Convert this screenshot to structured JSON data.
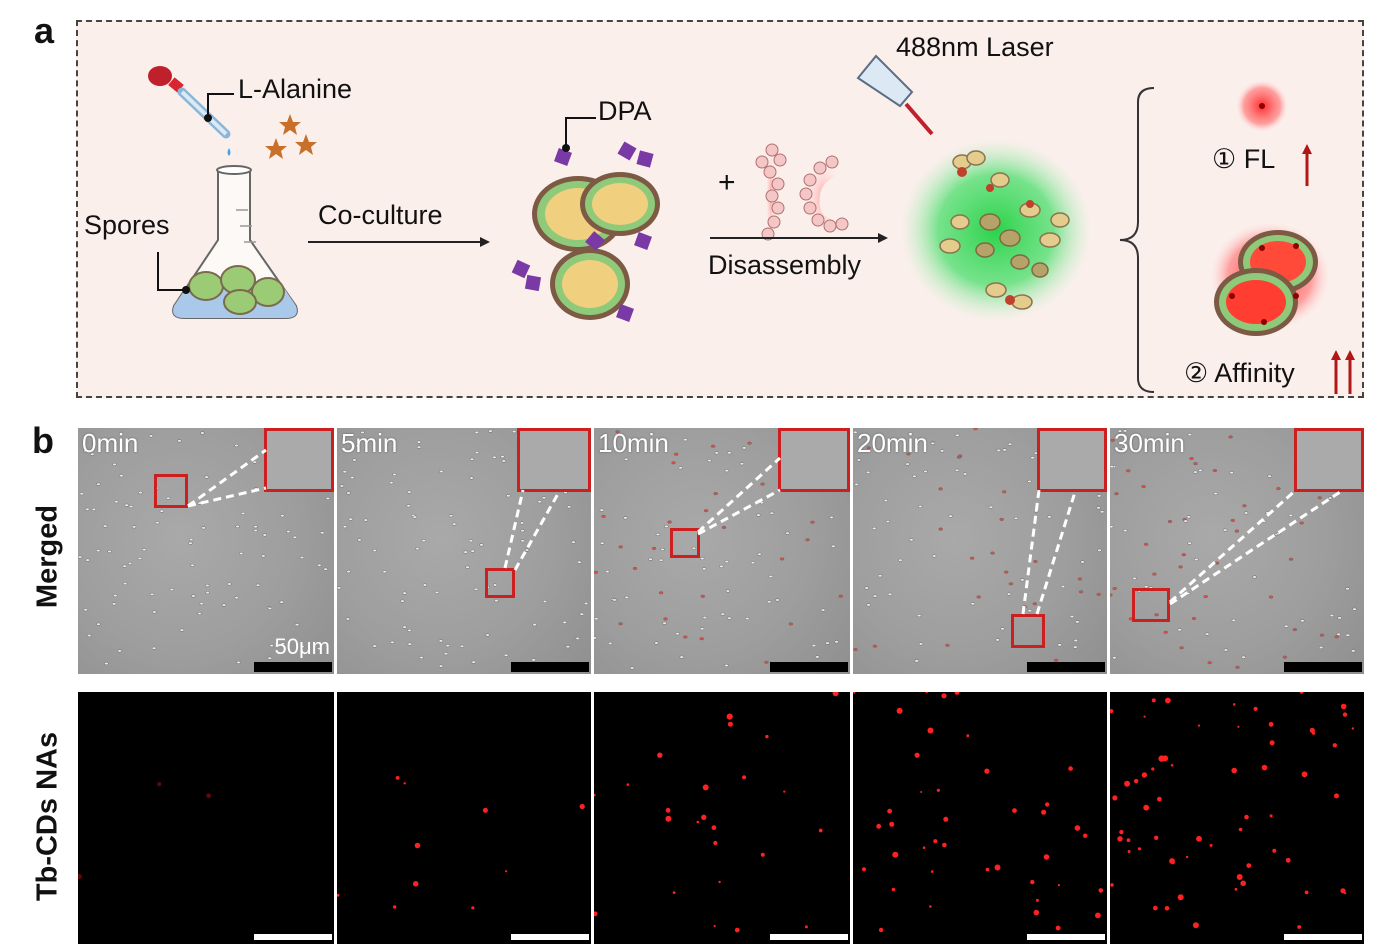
{
  "panel_a": {
    "letter": "a",
    "labels": {
      "l_alanine": "L-Alanine",
      "spores": "Spores",
      "co_culture": "Co-culture",
      "dpa": "DPA",
      "plus": "+",
      "disassembly": "Disassembly",
      "laser": "488nm Laser",
      "fl": "① FL",
      "affinity": "② Affinity"
    },
    "colors": {
      "spore_fill": "#f0cf7e",
      "spore_shell": "#8fc97a",
      "dpa": "#7a3aa6",
      "glow_green": "#2bd34a",
      "red_glow": "#ff2d2d",
      "star": "#c8702a"
    }
  },
  "panel_b": {
    "letter": "b",
    "row_labels": [
      "Merged",
      "Tb-CDs NAs"
    ],
    "time_points": [
      "0min",
      "5min",
      "10min",
      "20min",
      "30min"
    ],
    "scale_label": "50μm"
  }
}
